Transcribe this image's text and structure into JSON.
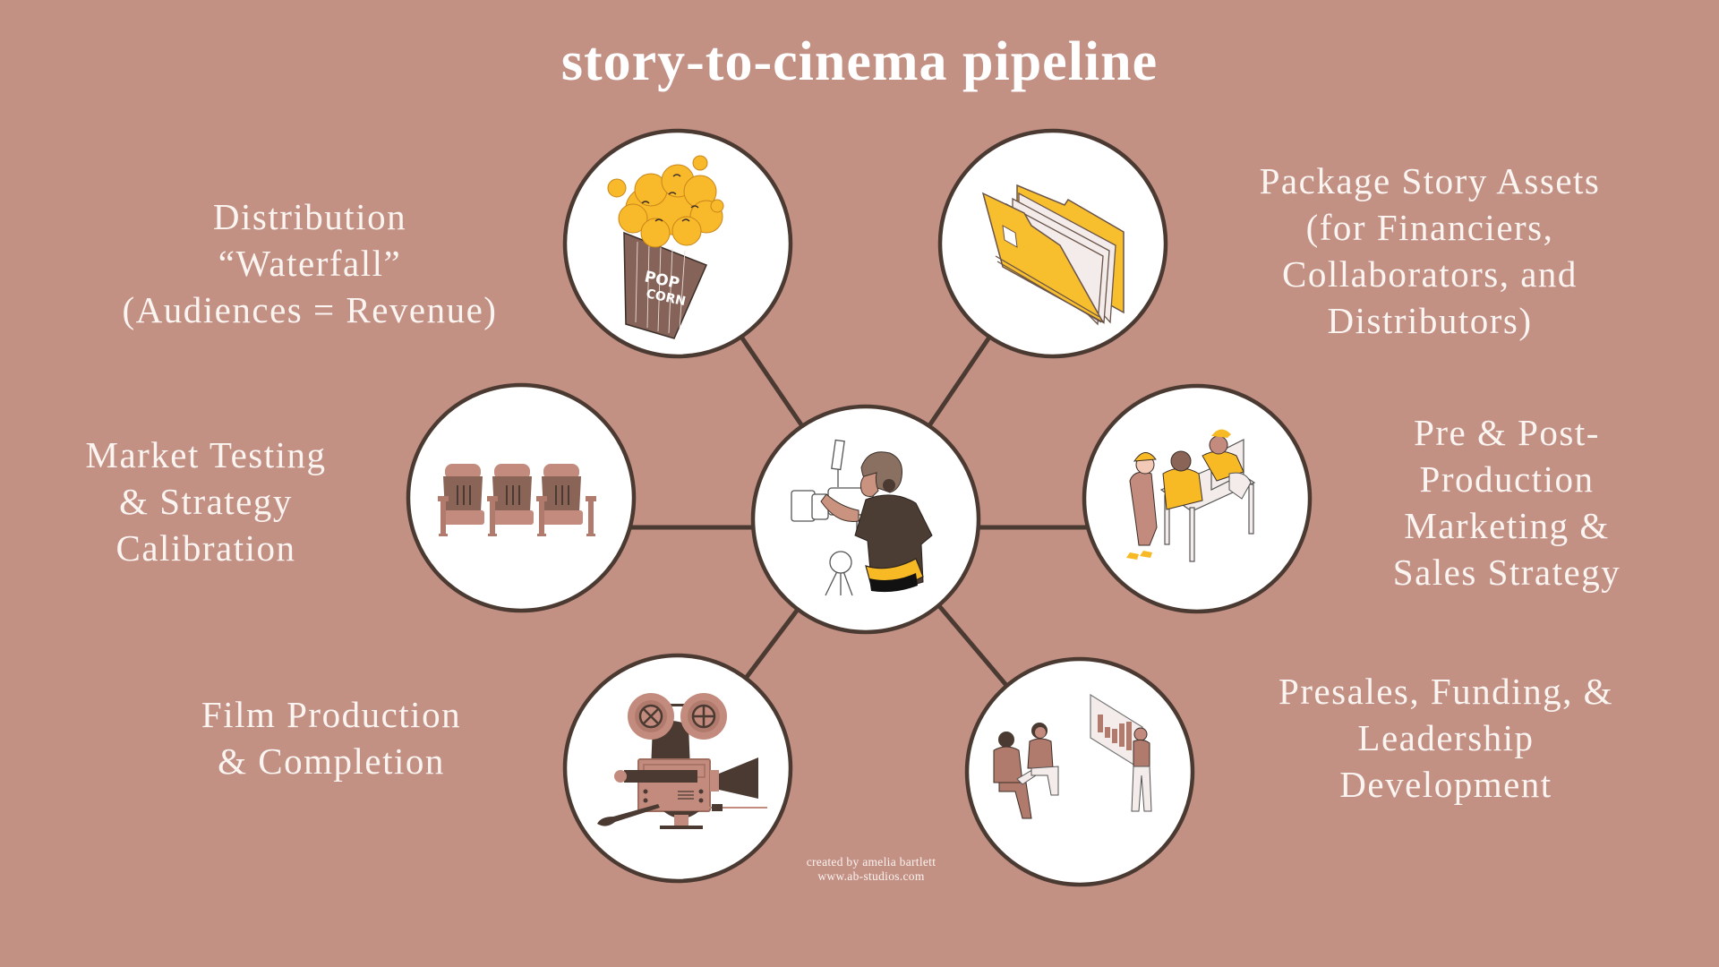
{
  "title": "story-to-cinema pipeline",
  "colors": {
    "background": "#c39084",
    "circle_fill": "#ffffff",
    "stroke": "#4a3a32",
    "text": "#fbf5f2",
    "accent_yellow": "#f7b924",
    "accent_brown": "#8b6458",
    "accent_pink": "#c38b7d"
  },
  "center": {
    "name": "camera-operator",
    "icon": "camera-operator-icon"
  },
  "nodes": [
    {
      "id": "distribution",
      "icon": "popcorn-icon",
      "lines": [
        "Distribution",
        "“Waterfall”",
        "(Audiences = Revenue)"
      ],
      "icon_text": "POP CORN"
    },
    {
      "id": "package-assets",
      "icon": "folder-icon",
      "lines": [
        "Package Story Assets",
        "(for Financiers,",
        "Collaborators, and",
        "Distributors)"
      ]
    },
    {
      "id": "market-testing",
      "icon": "theater-seats-icon",
      "lines": [
        "Market Testing",
        "& Strategy",
        "Calibration"
      ]
    },
    {
      "id": "marketing-sales",
      "icon": "team-at-computer-icon",
      "lines": [
        "Pre & Post-",
        "Production",
        "Marketing &",
        "Sales Strategy"
      ]
    },
    {
      "id": "film-production",
      "icon": "film-camera-icon",
      "lines": [
        "Film Production",
        "& Completion"
      ]
    },
    {
      "id": "presales-funding",
      "icon": "presentation-meeting-icon",
      "lines": [
        "Presales, Funding, &",
        "Leadership",
        "Development"
      ]
    }
  ],
  "credit": {
    "line1": "created by amelia bartlett",
    "line2": "www.ab-studios.com"
  }
}
